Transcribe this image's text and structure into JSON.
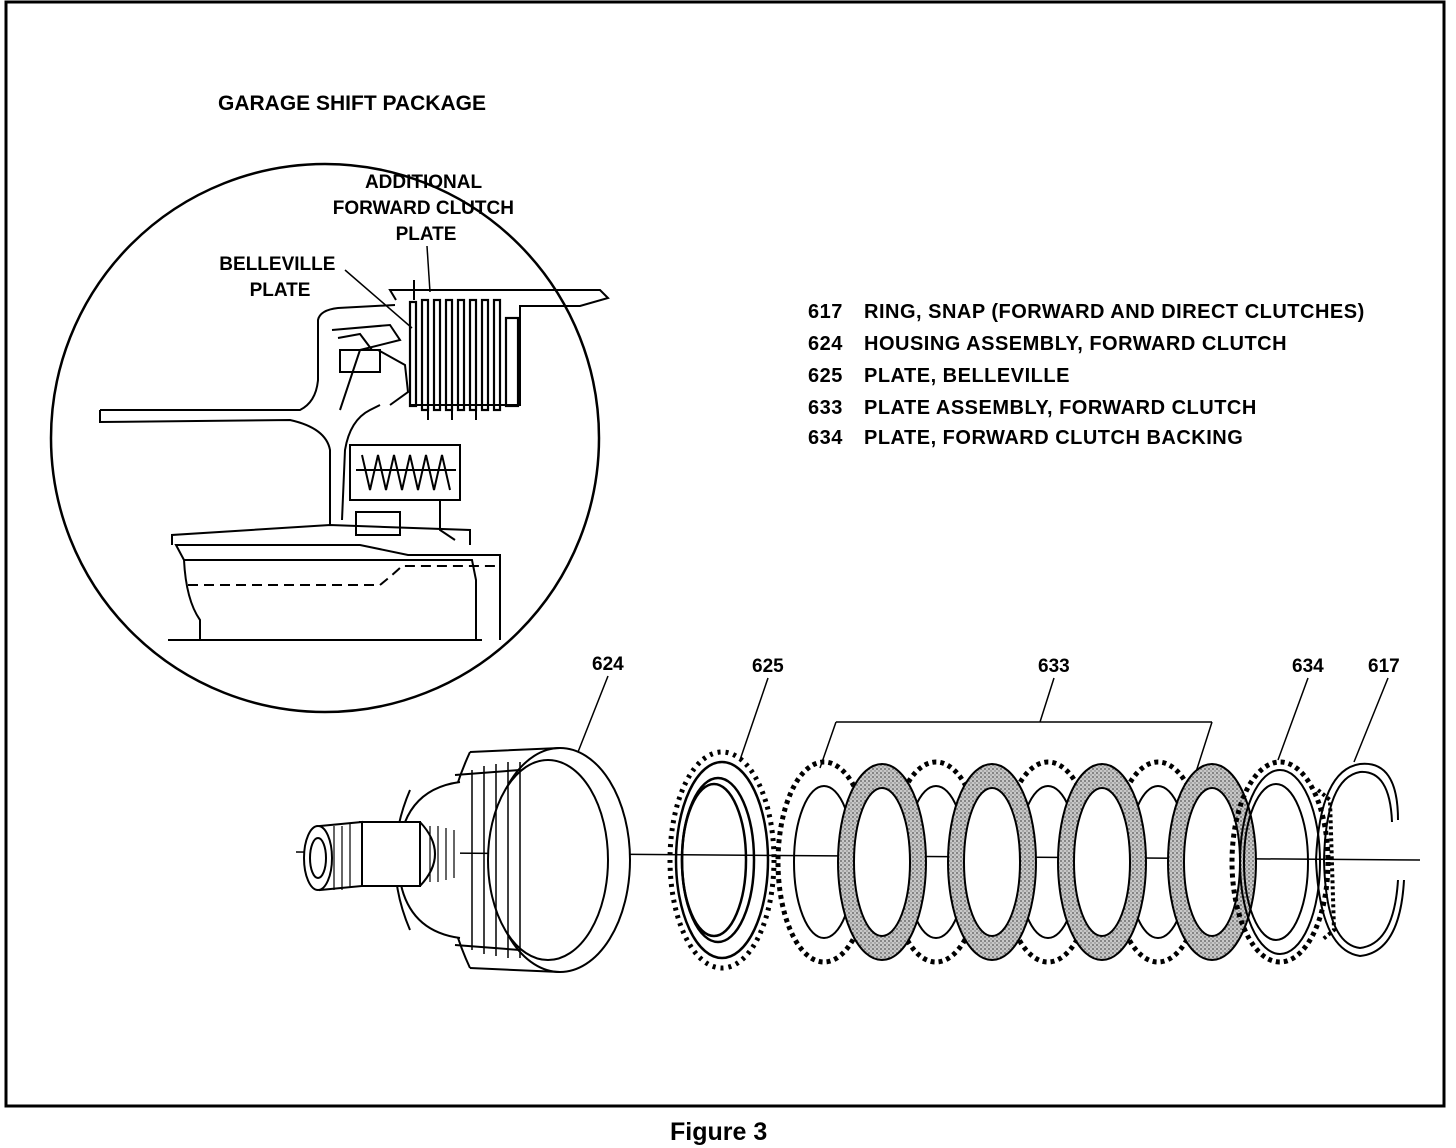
{
  "inset": {
    "title": "GARAGE SHIFT PACKAGE",
    "callouts": [
      [
        "ADDITIONAL",
        "FORWARD CLUTCH",
        "PLATE"
      ],
      [
        "BELLEVILLE",
        "PLATE"
      ]
    ]
  },
  "legend": [
    {
      "num": "617",
      "desc": "RING, SNAP (FORWARD AND DIRECT CLUTCHES)"
    },
    {
      "num": "624",
      "desc": "HOUSING ASSEMBLY, FORWARD CLUTCH"
    },
    {
      "num": "625",
      "desc": "PLATE, BELLEVILLE"
    },
    {
      "num": "633",
      "desc": "PLATE ASSEMBLY, FORWARD CLUTCH"
    },
    {
      "num": "634",
      "desc": "PLATE, FORWARD CLUTCH BACKING"
    }
  ],
  "part_labels": [
    "624",
    "625",
    "633",
    "634",
    "617"
  ],
  "caption": "Figure 3",
  "colors": {
    "ink": "#000000",
    "paper": "#ffffff",
    "friction": "#9a9a9a"
  }
}
